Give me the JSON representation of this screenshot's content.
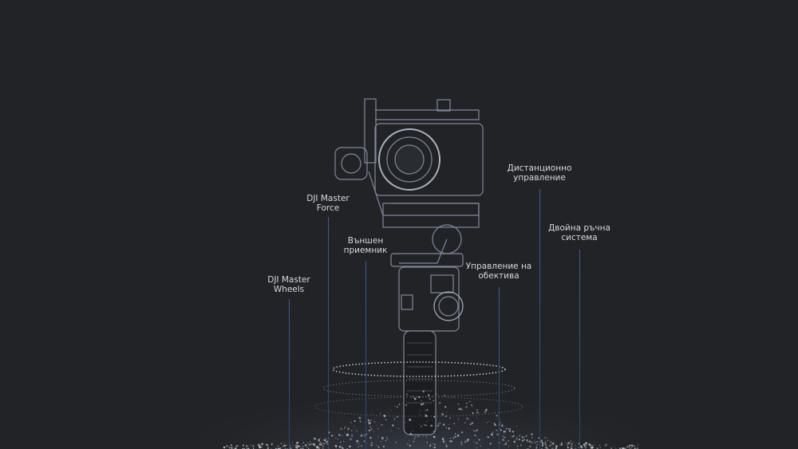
{
  "features": [
    {
      "id": "wheels",
      "line1": "DJI Master",
      "line2": "Wheels"
    },
    {
      "id": "force",
      "line1": "DJI Master",
      "line2": "Force"
    },
    {
      "id": "receiver",
      "line1": "Външен",
      "line2": "приемник"
    },
    {
      "id": "lens",
      "line1": "Управление на",
      "line2": "обектива"
    },
    {
      "id": "remote",
      "line1": "Дистанционно",
      "line2": "управление"
    },
    {
      "id": "dual",
      "line1": "Двойна ръчна",
      "line2": "система"
    }
  ],
  "colors": {
    "background": "#222326",
    "accent_line": "#3d5f95",
    "text": "#d6d8dc"
  }
}
